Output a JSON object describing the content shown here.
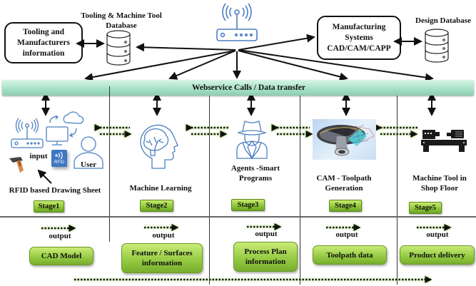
{
  "top": {
    "tooling_box": {
      "line1": "Tooling and",
      "line2": "Manufacturers",
      "line3": "information"
    },
    "tooling_db_title": {
      "line1": "Tooling & Machine Tool",
      "line2": "Database"
    },
    "manufacturing_box": {
      "line1": "Manufacturing",
      "line2": "Systems",
      "line3": "CAD/CAM/CAPP"
    },
    "design_db_title": "Design Database",
    "hub_icon": "wifi-router-icon"
  },
  "band": {
    "label": "Webservice Calls /  Data transfer",
    "color": "#a8e2c6"
  },
  "stages": [
    {
      "badge": "Stage1",
      "title": "RFID based Drawing Sheet",
      "input_label": "input",
      "user_label": "User",
      "rfid_label": "RFID",
      "icons": [
        "wifi-router-icon",
        "computer-cloud-sync-icon",
        "user-icon",
        "rfid-icon",
        "barcode-scanner-icon"
      ],
      "output_label": "output",
      "output": "CAD Model"
    },
    {
      "badge": "Stage2",
      "title": "Machine Learning",
      "icons": [
        "brain-head-icon"
      ],
      "output_label": "output",
      "output": "Feature / Surfaces information"
    },
    {
      "badge": "Stage3",
      "title": "Agents -Smart Programs",
      "icons": [
        "agent-spy-icon"
      ],
      "output_label": "output",
      "output": "Process Plan information"
    },
    {
      "badge": "Stage4",
      "title": "CAM - Toolpath Generation",
      "icons": [
        "impeller-toolpath-image"
      ],
      "output_label": "output",
      "output": "Toolpath data"
    },
    {
      "badge": "Stage5",
      "title": "Machine Tool in Shop Floor",
      "icons": [
        "lathe-machine-icon"
      ],
      "output_label": "output",
      "output": "Product delivery"
    }
  ],
  "colors": {
    "stage_green": "#8fc83a",
    "dotted_arrow_green": "#7ec242",
    "icon_blue": "#4a7fc1"
  }
}
